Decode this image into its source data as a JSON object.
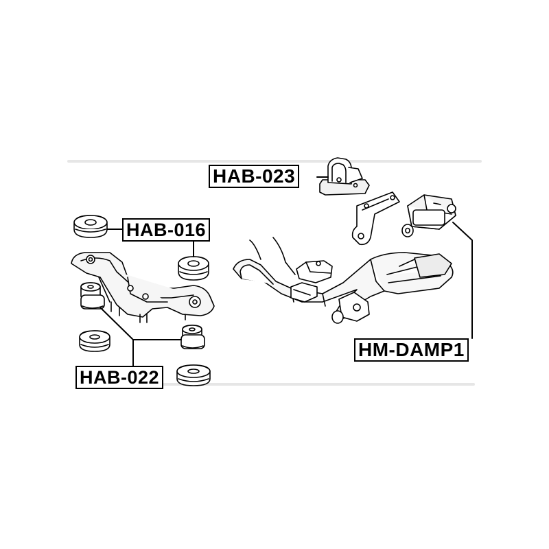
{
  "labels": {
    "hab_023": "HAB-023",
    "hab_016": "HAB-016",
    "hab_022": "HAB-022",
    "hm_damp1": "HM-DAMP1"
  }
}
